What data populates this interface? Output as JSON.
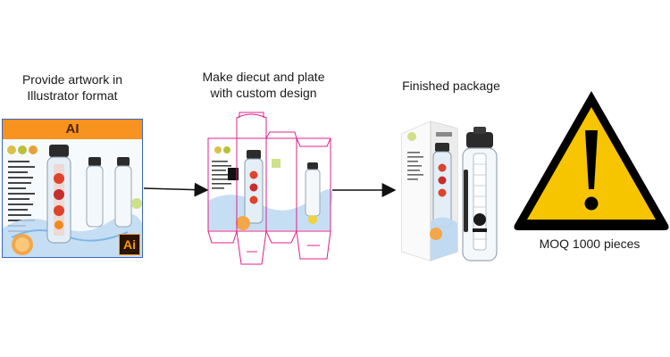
{
  "steps": [
    {
      "caption_line1": "Provide artwork in",
      "caption_line2": "Illustrator format",
      "ai_header": "AI",
      "ai_badge": "Ai"
    },
    {
      "caption_line1": "Make diecut and plate",
      "caption_line2": "with custom design"
    },
    {
      "caption_line1": "Finished package"
    },
    {
      "caption_line1": "MOQ 1000 pieces"
    }
  ],
  "colors": {
    "ai_orange": "#f7931e",
    "dieline": "#e0218a",
    "warning_yellow": "#f7c400",
    "water_blue": "#7fb6e6",
    "fruit_red": "#e0422b",
    "bottle_dark": "#2b2b2b"
  },
  "icons": {
    "warning": "warning-triangle-icon",
    "illustrator": "adobe-illustrator-icon",
    "arrow": "arrow-right-icon"
  }
}
